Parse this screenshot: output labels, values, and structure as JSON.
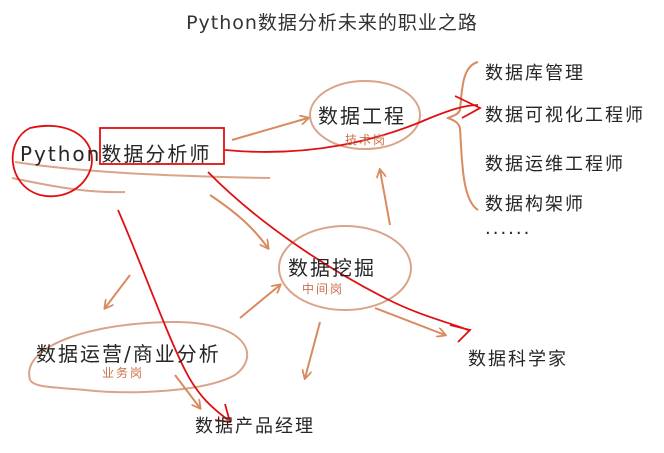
{
  "title": "Python数据分析未来的职业之路",
  "root": {
    "label": "Python数据分析师"
  },
  "engineering": {
    "label": "数据工程",
    "tag": "技术岗"
  },
  "mining": {
    "label": "数据挖掘",
    "tag": "中间岗"
  },
  "operations": {
    "label": "数据运营/商业分析",
    "tag": "业务岗"
  },
  "scientist": {
    "label": "数据科学家"
  },
  "product_manager": {
    "label": "数据产品经理"
  },
  "engineering_roles": [
    {
      "label": "数据库管理"
    },
    {
      "label": "数据可视化工程师"
    },
    {
      "label": "数据运维工程师"
    },
    {
      "label": "数据构架师"
    },
    {
      "label": "......"
    }
  ],
  "colors": {
    "arrow": "#d98a5f",
    "ink": "#262626",
    "marker": "#e01010",
    "tag": "#c9714a"
  }
}
